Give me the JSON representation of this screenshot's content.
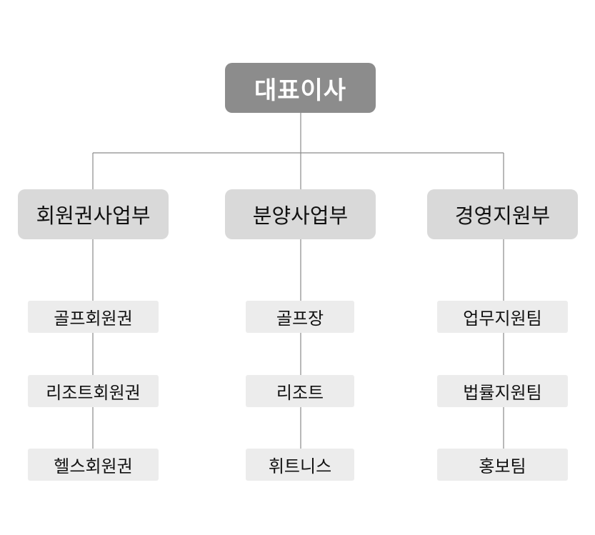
{
  "ceo": {
    "label": "대표이사"
  },
  "departments": [
    {
      "label": "회원권사업부",
      "teams": [
        "골프회원권",
        "리조트회원권",
        "헬스회원권"
      ]
    },
    {
      "label": "분양사업부",
      "teams": [
        "골프장",
        "리조트",
        "휘트니스"
      ]
    },
    {
      "label": "경영지원부",
      "teams": [
        "업무지원팀",
        "법률지원팀",
        "홍보팀"
      ]
    }
  ],
  "colors": {
    "ceo_fill": "#8c8c8c",
    "department_fill": "#d9d9d9",
    "team_fill": "#ececec",
    "connector": "#8a8a8a"
  }
}
